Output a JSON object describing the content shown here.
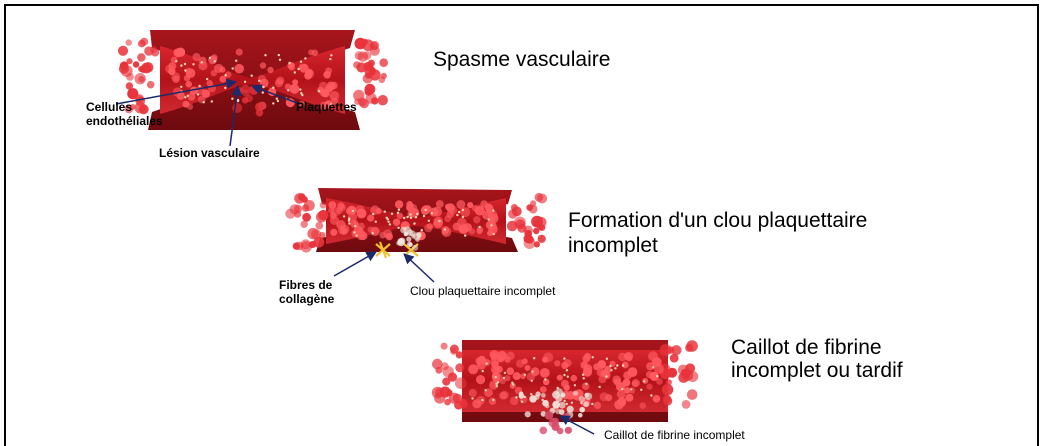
{
  "stages": [
    {
      "title": [
        "Spasme vasculaire"
      ]
    },
    {
      "title": [
        "Formation d'un clou plaquettaire",
        "incomplet"
      ]
    },
    {
      "title": [
        "Caillot de fibrine",
        "incomplet ou tardif"
      ]
    }
  ],
  "labels": {
    "cellules": [
      "Cellules",
      "endothéliales"
    ],
    "plaquettes": "Plaquettes",
    "lesion": "Lésion vasculaire",
    "fibres": [
      "Fibres de",
      "collagène"
    ],
    "clou": "Clou plaquettaire incomplet",
    "caillot": "Caillot de fibrine incomplet"
  },
  "colors": {
    "vessel_wall": "#8b0f14",
    "vessel_inner": "#c21a22",
    "blood_cell": "#e8333b",
    "arrow": "#1a2a6c",
    "collagen": "#f2c230"
  }
}
